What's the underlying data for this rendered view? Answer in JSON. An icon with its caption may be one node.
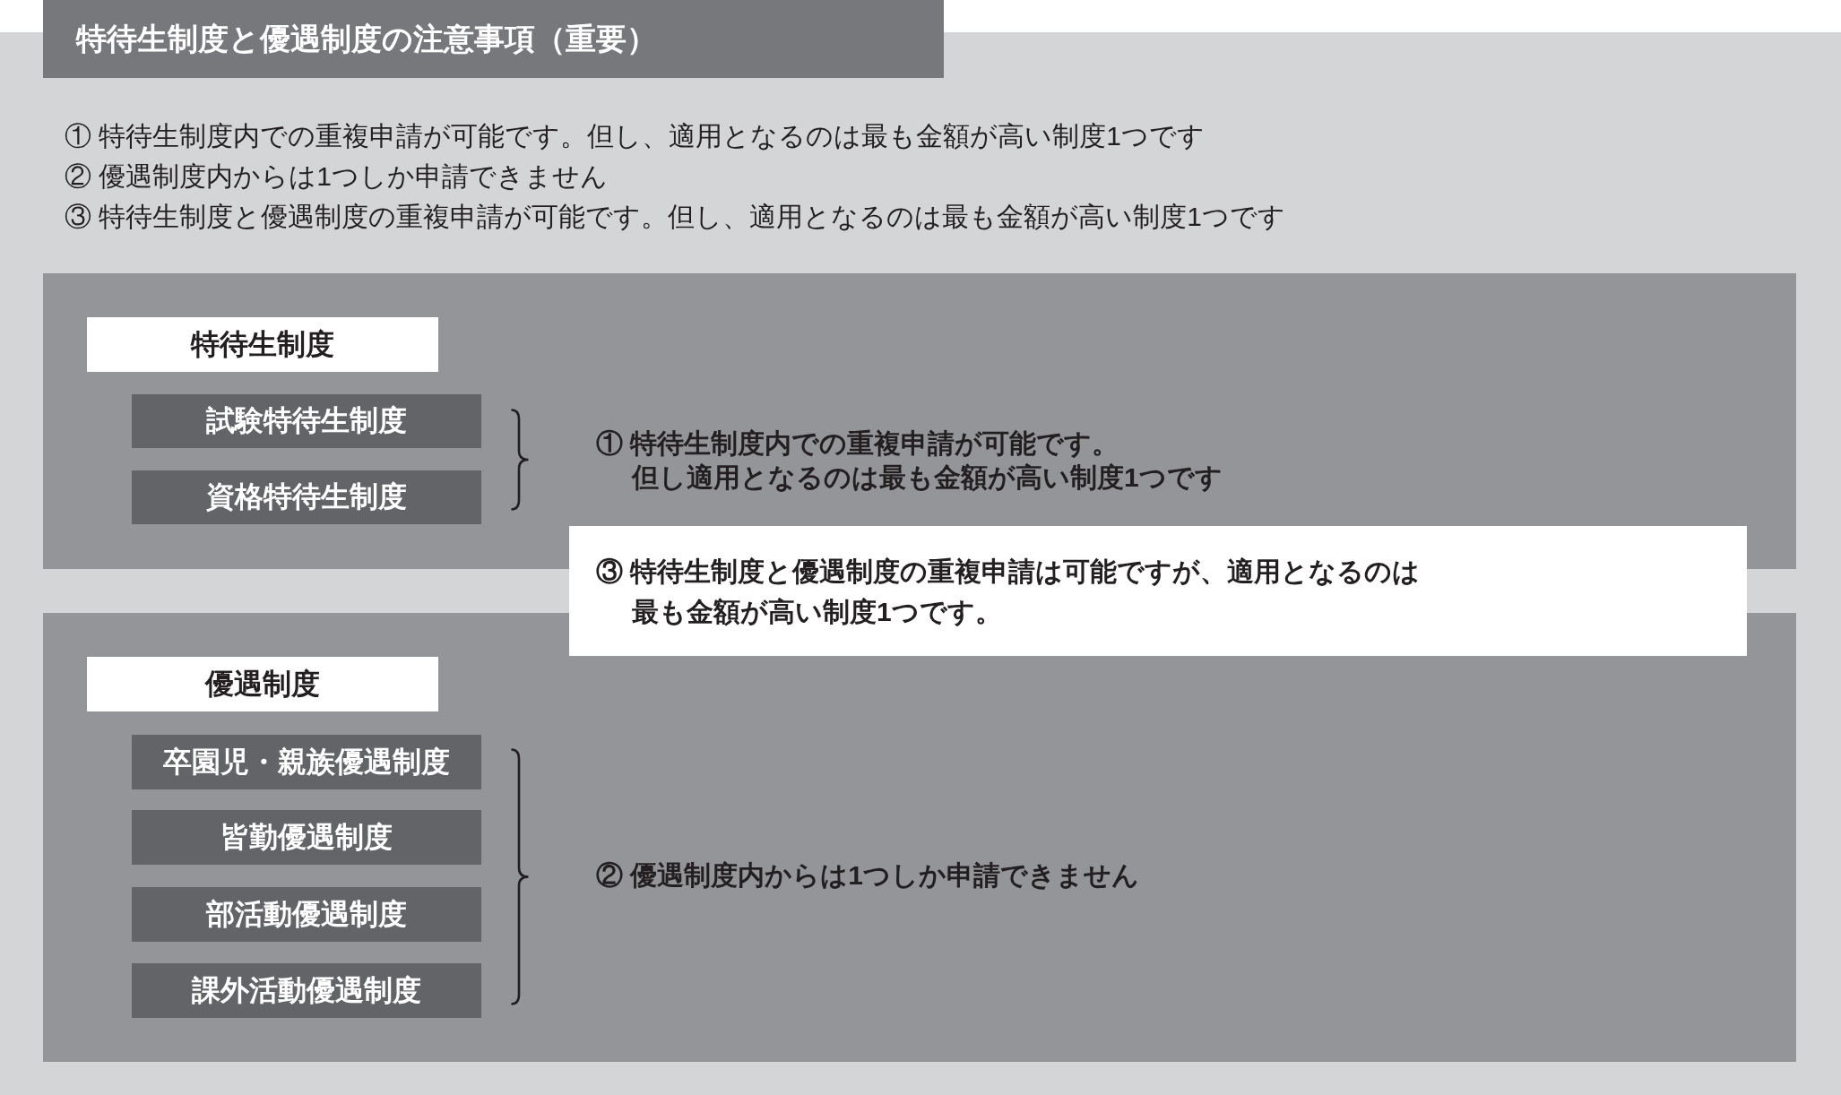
{
  "diagram": {
    "title": "特待生制度と優遇制度の注意事項（重要）",
    "nodes": [
      {
        "text": [],
        "shape": "box"
      },
      {
        "text": [
          "特待生制度"
        ],
        "in": 0
      },
      {
        "text": [
          "試験特待生制度"
        ],
        "in": 0
      },
      {
        "text": [
          "資格特待生制度"
        ],
        "in": 0
      },
      {
        "text": [
          "③ 特待生制度と優遇制度の重複申請は可能ですが、適用となるのは最も金額が高い制度1つです。"
        ]
      },
      {
        "text": [],
        "shape": "box"
      },
      {
        "text": [
          "優遇制度"
        ],
        "in": 5
      },
      {
        "text": [
          "卒園児・親族優遇制度"
        ],
        "in": 5
      },
      {
        "text": [
          "皆勤優遇制度"
        ],
        "in": 5
      },
      {
        "text": [
          "部活動優遇制度"
        ],
        "in": 5
      },
      {
        "text": [
          "課外活動優遇制度"
        ],
        "in": 5
      }
    ],
    "labels": [
      "① 特待生制度内での重複申請が可能です。但し、適用となるのは最も金額が高い制度1つです",
      "② 優遇制度内からは1つしか申請できません",
      "③ 特待生制度と優遇制度の重複申請が可能です。但し、適用となるのは最も金額が高い制度1つです",
      "① 特待生制度内での重複申請が可能です。但し適用となるのは最も金額が高い制度1つです",
      "② 優遇制度内からは1つしか申請できません"
    ]
  }
}
